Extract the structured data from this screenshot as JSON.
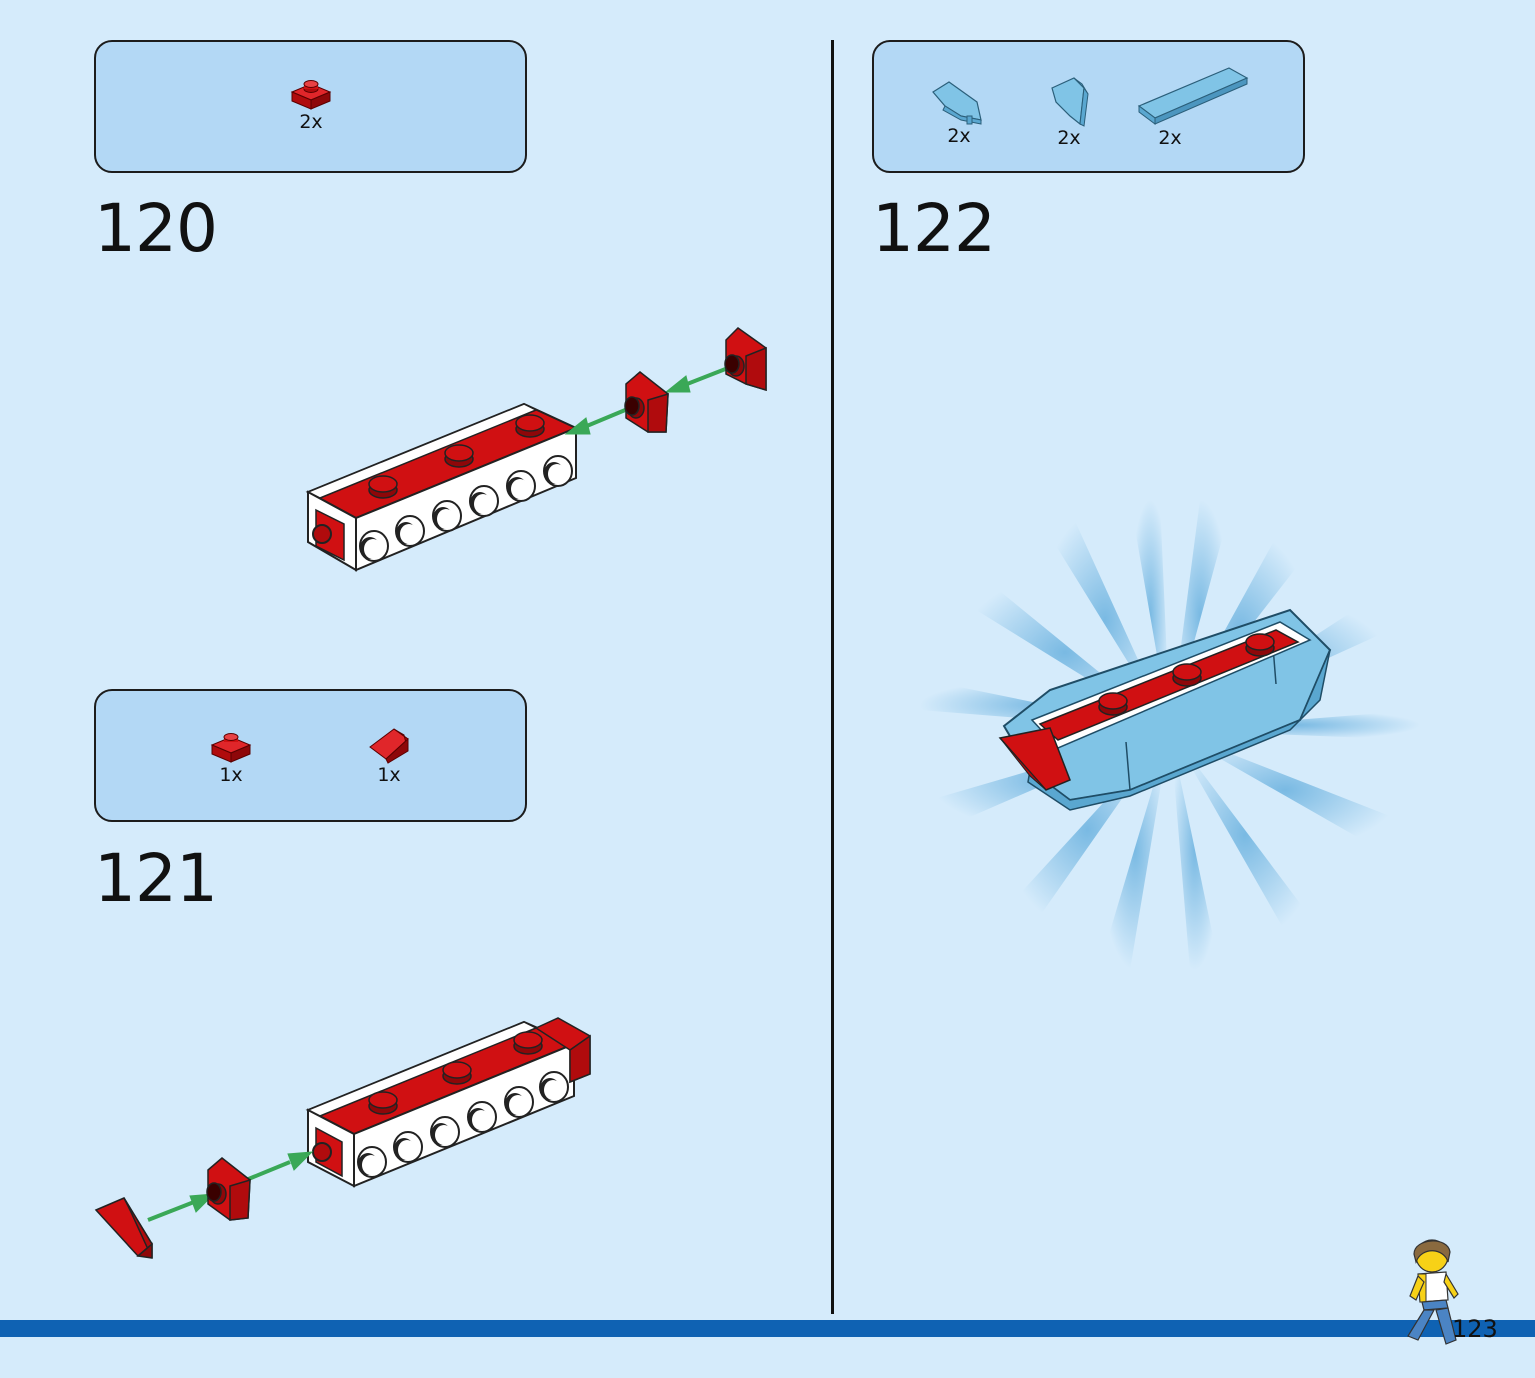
{
  "steps": [
    {
      "number": "120",
      "parts": [
        {
          "icon": "red-plate-1x1-icon",
          "quantity": "2x",
          "color": "#d01012"
        }
      ]
    },
    {
      "number": "121",
      "parts": [
        {
          "icon": "red-plate-1x1-icon",
          "quantity": "1x",
          "color": "#d01012"
        },
        {
          "icon": "red-slope-tile-icon",
          "quantity": "1x",
          "color": "#d01012"
        }
      ]
    },
    {
      "number": "122",
      "parts": [
        {
          "icon": "blue-wing-left-icon",
          "quantity": "2x",
          "color": "#80c4e6"
        },
        {
          "icon": "blue-wing-right-icon",
          "quantity": "2x",
          "color": "#80c4e6"
        },
        {
          "icon": "blue-tile-long-icon",
          "quantity": "2x",
          "color": "#80c4e6"
        }
      ]
    }
  ],
  "page_number": "123",
  "colors": {
    "background": "#d5ebfb",
    "parts_box": "#b3d8f5",
    "brick_red": "#d01012",
    "brick_white": "#ffffff",
    "brick_blue": "#80c4e6",
    "arrow_green": "#3aa857",
    "bottom_bar": "#0f62b3"
  }
}
